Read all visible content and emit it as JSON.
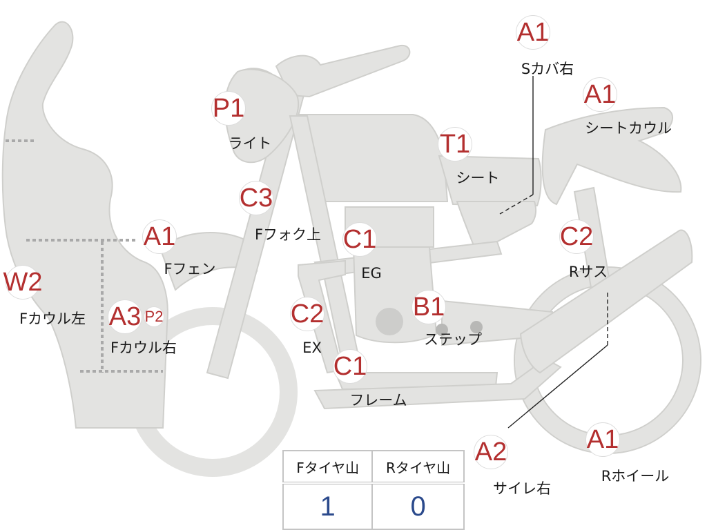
{
  "labels": [
    {
      "id": "s-cover-right",
      "grade": "A1",
      "caption": "Sカバ右"
    },
    {
      "id": "seat-cowl",
      "grade": "A1",
      "caption": "シートカウル"
    },
    {
      "id": "light",
      "grade": "P1",
      "caption": "ライト"
    },
    {
      "id": "seat",
      "grade": "T1",
      "caption": "シート"
    },
    {
      "id": "front-fork-upper",
      "grade": "C3",
      "caption": "Fフォク上"
    },
    {
      "id": "front-fender",
      "grade": "A1",
      "caption": "Fフェン"
    },
    {
      "id": "engine",
      "grade": "C1",
      "caption": "EG"
    },
    {
      "id": "rear-suspension",
      "grade": "C2",
      "caption": "Rサス"
    },
    {
      "id": "front-cowl-left",
      "grade": "W2",
      "caption": "Fカウル左"
    },
    {
      "id": "front-cowl-right",
      "grade": "A3",
      "grade2": "P2",
      "caption": "Fカウル右"
    },
    {
      "id": "exhaust",
      "grade": "C2",
      "caption": "EX"
    },
    {
      "id": "step",
      "grade": "B1",
      "caption": "ステップ"
    },
    {
      "id": "frame",
      "grade": "C1",
      "caption": "フレーム"
    },
    {
      "id": "silencer-right",
      "grade": "A2",
      "caption": "サイレ右"
    },
    {
      "id": "rear-wheel",
      "grade": "A1",
      "caption": "Rホイール"
    }
  ],
  "tire_table": {
    "headers": [
      "Fタイヤ山",
      "Rタイヤ山"
    ],
    "values": [
      "1",
      "0"
    ]
  },
  "colors": {
    "grade_text": "#b32f2f",
    "part_fill": "#e3e3e1",
    "tire_value": "#2b4a8c"
  }
}
